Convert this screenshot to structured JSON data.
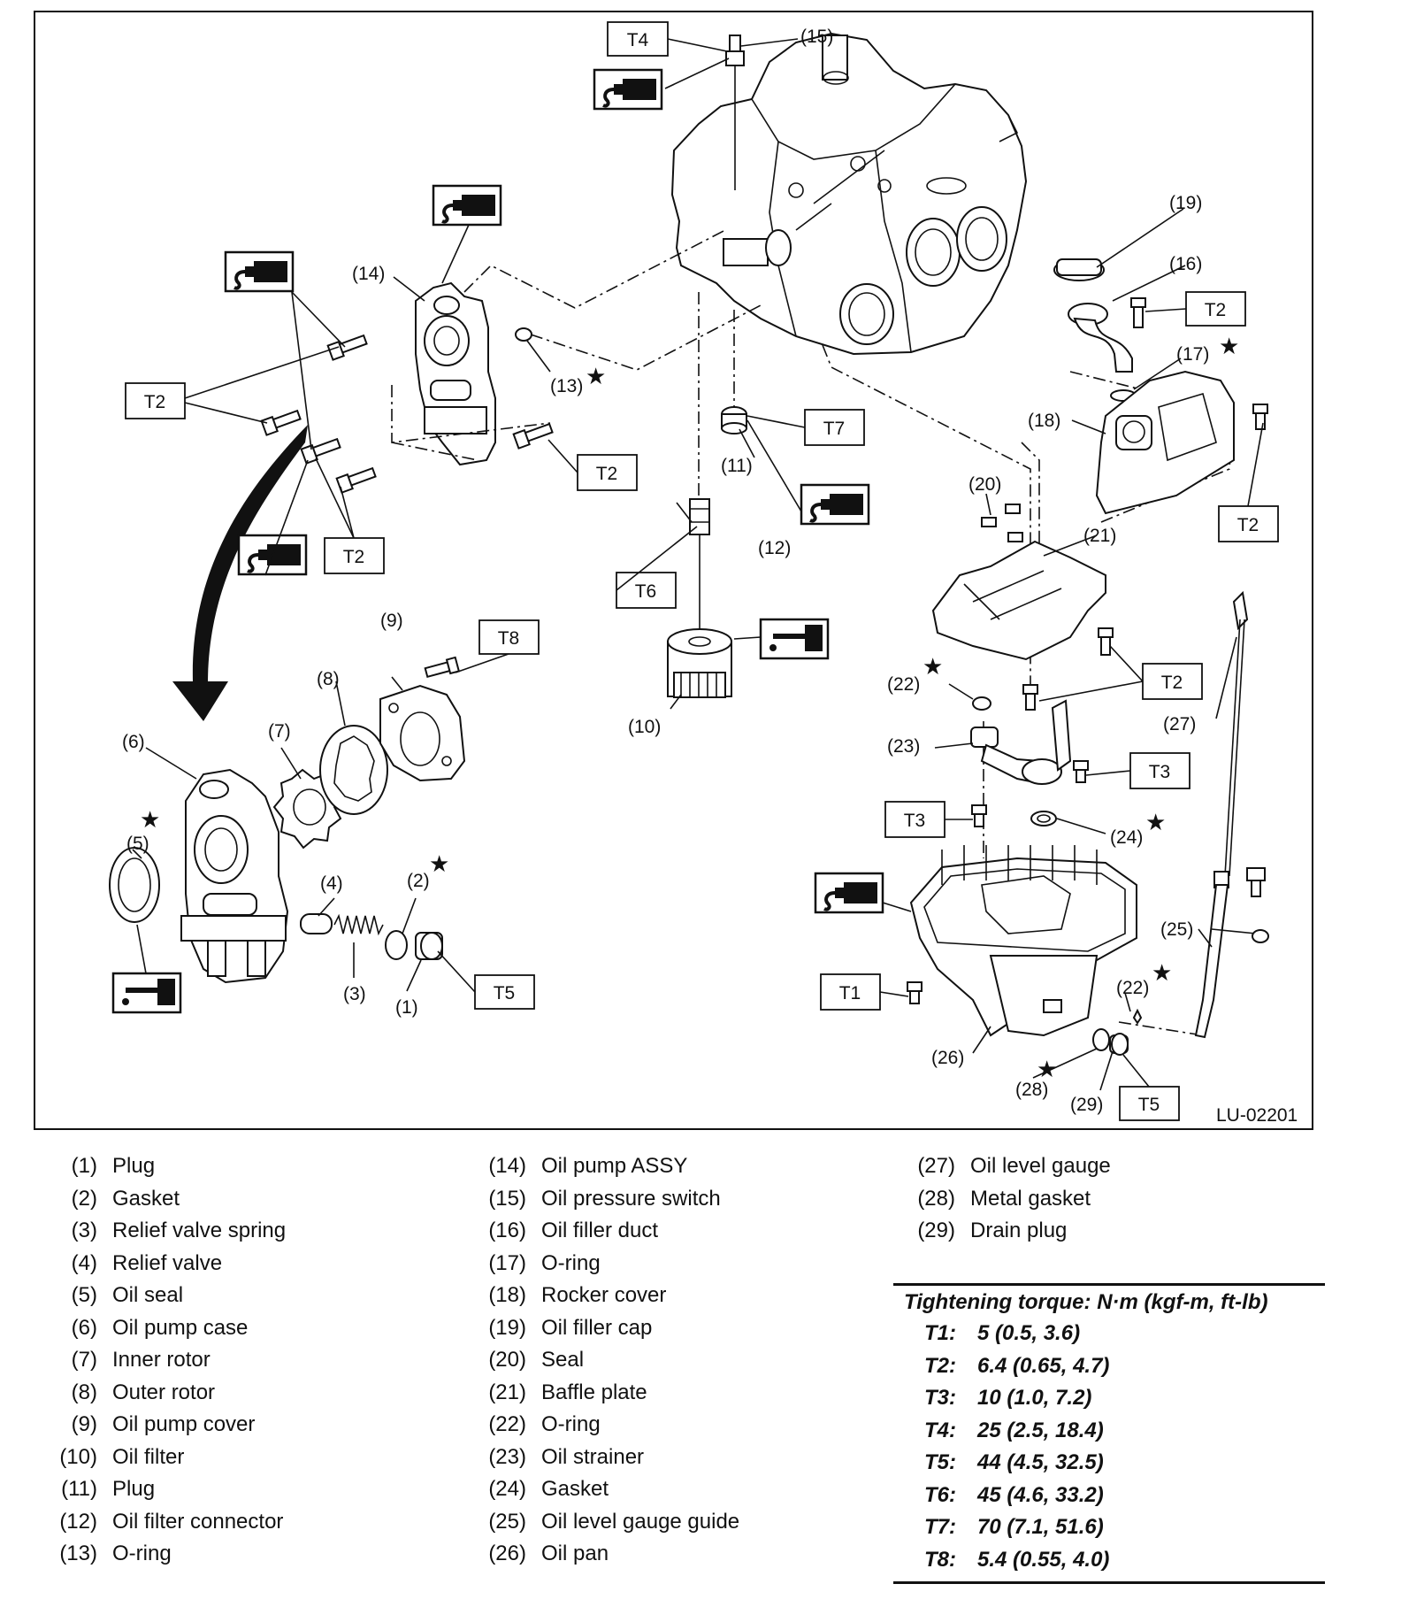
{
  "figure_id": "LU-02201",
  "callouts": {
    "c1": "(1)",
    "c2": "(2)",
    "c3": "(3)",
    "c4": "(4)",
    "c5": "(5)",
    "c6": "(6)",
    "c7": "(7)",
    "c8": "(8)",
    "c9": "(9)",
    "c10": "(10)",
    "c11": "(11)",
    "c12": "(12)",
    "c13": "(13)",
    "c14": "(14)",
    "c15": "(15)",
    "c16": "(16)",
    "c17": "(17)",
    "c18": "(18)",
    "c19": "(19)",
    "c20": "(20)",
    "c21": "(21)",
    "c22": "(22)",
    "c23": "(23)",
    "c24": "(24)",
    "c25": "(25)",
    "c26": "(26)",
    "c27": "(27)",
    "c28": "(28)",
    "c29": "(29)"
  },
  "torque_tags": {
    "t1": "T1",
    "t2": "T2",
    "t3": "T3",
    "t4": "T4",
    "t5": "T5",
    "t6": "T6",
    "t7": "T7",
    "t8": "T8"
  },
  "legend_columns": [
    [
      {
        "num": "(1)",
        "name": "Plug"
      },
      {
        "num": "(2)",
        "name": "Gasket"
      },
      {
        "num": "(3)",
        "name": "Relief valve spring"
      },
      {
        "num": "(4)",
        "name": "Relief valve"
      },
      {
        "num": "(5)",
        "name": "Oil seal"
      },
      {
        "num": "(6)",
        "name": "Oil pump case"
      },
      {
        "num": "(7)",
        "name": "Inner rotor"
      },
      {
        "num": "(8)",
        "name": "Outer rotor"
      },
      {
        "num": "(9)",
        "name": "Oil pump cover"
      },
      {
        "num": "(10)",
        "name": "Oil filter"
      },
      {
        "num": "(11)",
        "name": "Plug"
      },
      {
        "num": "(12)",
        "name": "Oil filter connector"
      },
      {
        "num": "(13)",
        "name": "O-ring"
      }
    ],
    [
      {
        "num": "(14)",
        "name": "Oil pump ASSY"
      },
      {
        "num": "(15)",
        "name": "Oil pressure switch"
      },
      {
        "num": "(16)",
        "name": "Oil filler duct"
      },
      {
        "num": "(17)",
        "name": "O-ring"
      },
      {
        "num": "(18)",
        "name": "Rocker cover"
      },
      {
        "num": "(19)",
        "name": "Oil filler cap"
      },
      {
        "num": "(20)",
        "name": "Seal"
      },
      {
        "num": "(21)",
        "name": "Baffle plate"
      },
      {
        "num": "(22)",
        "name": "O-ring"
      },
      {
        "num": "(23)",
        "name": "Oil strainer"
      },
      {
        "num": "(24)",
        "name": "Gasket"
      },
      {
        "num": "(25)",
        "name": "Oil level gauge guide"
      },
      {
        "num": "(26)",
        "name": "Oil pan"
      }
    ],
    [
      {
        "num": "(27)",
        "name": "Oil level gauge"
      },
      {
        "num": "(28)",
        "name": "Metal gasket"
      },
      {
        "num": "(29)",
        "name": "Drain plug"
      }
    ]
  ],
  "torque_table": {
    "header": "Tightening torque: N·m (kgf-m, ft-lb)",
    "rows": [
      {
        "key": "T1:",
        "value": "5 (0.5, 3.6)"
      },
      {
        "key": "T2:",
        "value": "6.4 (0.65, 4.7)"
      },
      {
        "key": "T3:",
        "value": "10 (1.0, 7.2)"
      },
      {
        "key": "T4:",
        "value": "25 (2.5, 18.4)"
      },
      {
        "key": "T5:",
        "value": "44 (4.5, 32.5)"
      },
      {
        "key": "T6:",
        "value": "45 (4.6, 33.2)"
      },
      {
        "key": "T7:",
        "value": "70 (7.1, 51.6)"
      },
      {
        "key": "T8:",
        "value": "5.4 (0.55, 4.0)"
      }
    ]
  },
  "icons": [
    "sealant-icon",
    "oil-can-icon",
    "star-replace-icon"
  ]
}
